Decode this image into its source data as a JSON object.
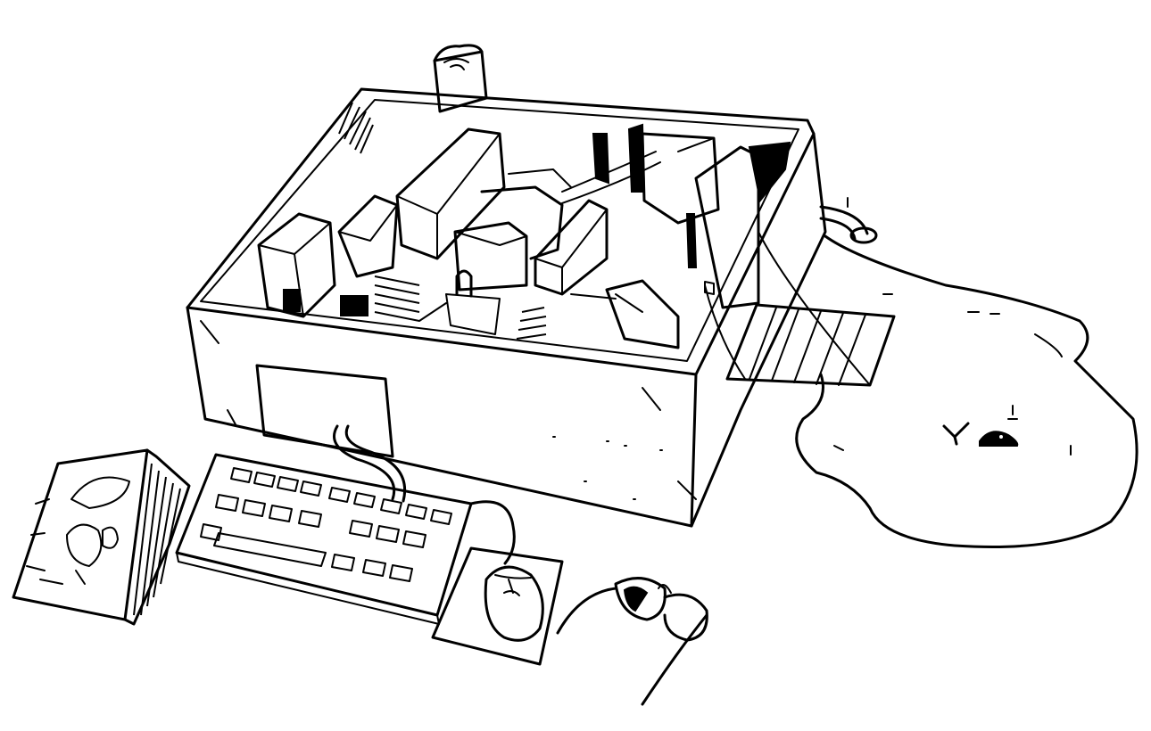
{
  "scene": {
    "background": "#ffffff",
    "ink": "#000000",
    "objects": [
      "computer-case-with-city-inside",
      "computer-monitor-panel",
      "keyboard",
      "mouse",
      "mouse-pad",
      "eyeglasses",
      "comic-book",
      "lake-with-whale",
      "drawbridge",
      "pipe-outlet",
      "tower"
    ]
  }
}
